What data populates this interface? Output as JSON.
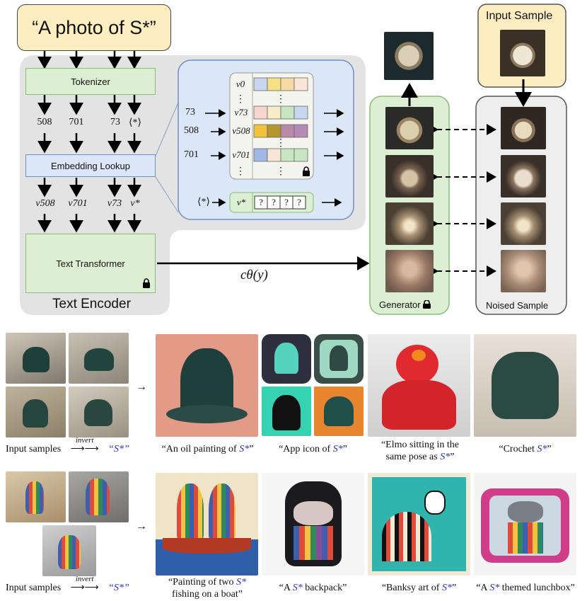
{
  "prompt": "“A photo of S*”",
  "tokenizer_label": "Tokenizer",
  "tokens": [
    "508",
    "701",
    "73",
    "⟨*⟩"
  ],
  "embedding_lookup_label": "Embedding Lookup",
  "vectors": [
    "v508",
    "v701",
    "v73",
    "v*"
  ],
  "text_transformer_label": "Text Transformer",
  "text_encoder_label": "Text Encoder",
  "lookup_detail": {
    "row_indices": [
      "73",
      "508",
      "701"
    ],
    "row_vectors": [
      "v0",
      "v73",
      "v508",
      "v701"
    ],
    "star_token": "⟨*⟩",
    "star_vector": "v*",
    "unknown_cells": [
      "?",
      "?",
      "?",
      "?"
    ]
  },
  "conditioning_label": "cθ(y)",
  "generator_label": "Generator",
  "input_sample_label": "Input Sample",
  "noised_sample_label": "Noised Sample",
  "row1": {
    "left_caption": {
      "prefix": "Input samples",
      "arrow_label": "invert",
      "suffix": "“S*”"
    },
    "results": [
      {
        "caption_pre": "“An oil painting of ",
        "token": "S*",
        "caption_post": "”"
      },
      {
        "caption_pre": "“App icon of ",
        "token": "S*",
        "caption_post": "”"
      },
      {
        "caption_pre": "“Elmo sitting in the same pose as ",
        "token": "S*",
        "caption_post": "”"
      },
      {
        "caption_pre": "“Crochet ",
        "token": "S*",
        "caption_post": "”"
      }
    ]
  },
  "row2": {
    "left_caption": {
      "prefix": "Input samples",
      "arrow_label": "invert",
      "suffix": "“S*”"
    },
    "results": [
      {
        "caption_pre": "“Painting of two ",
        "token": "S*",
        "caption_post": " fishing on a boat”"
      },
      {
        "caption_pre": "“A ",
        "token": "S*",
        "caption_post": " backpack”"
      },
      {
        "caption_pre": "“Banksy art of ",
        "token": "S*",
        "caption_post": "”"
      },
      {
        "caption_pre": "“A ",
        "token": "S*",
        "caption_post": " themed lunchbox”"
      }
    ]
  },
  "colors": {
    "encoder_bg": "#e3e3e3",
    "green_box": "#dcefd3",
    "green_border": "#8bbd78",
    "blue_box": "#dbe6f7",
    "blue_border": "#6f8fc9",
    "yellow_box": "#fdeec2",
    "token_blue": "#2430d8"
  },
  "icons": [
    "lock-icon",
    "arrow-right-icon"
  ]
}
